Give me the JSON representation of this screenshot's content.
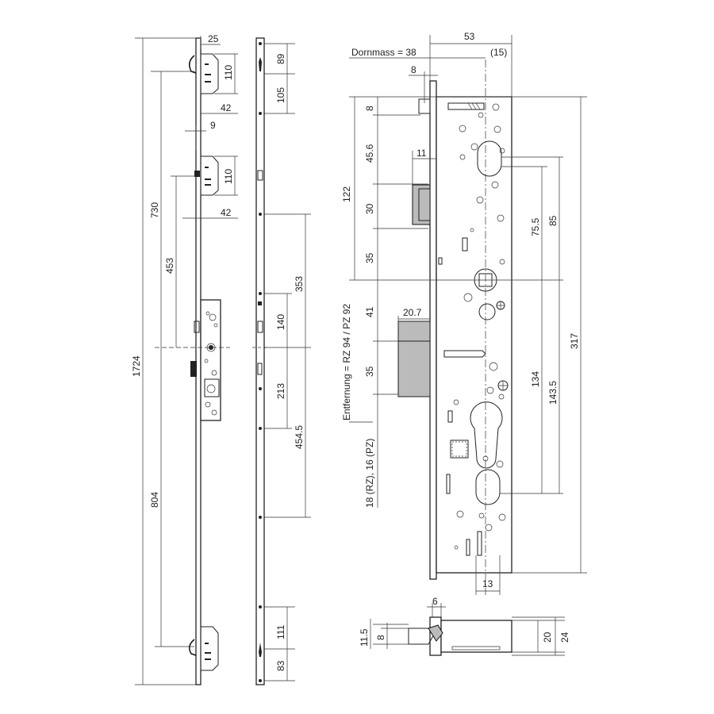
{
  "labels": {
    "d25": "25",
    "d110a": "110",
    "d42a": "42",
    "d9": "9",
    "d110b": "110",
    "d42b": "42",
    "d730": "730",
    "d453": "453",
    "d1724": "1724",
    "d804": "804",
    "d89": "89",
    "d105": "105",
    "d353": "353",
    "d140": "140",
    "d213": "213",
    "d454_5": "454.5",
    "d111": "111",
    "d83": "83",
    "d53": "53",
    "dornmass": "Dornmass = 38",
    "d15": "(15)",
    "d8top": "8",
    "d8a": "8",
    "d45_6": "45.6",
    "d11": "11",
    "d122": "122",
    "d30": "30",
    "d35a": "35",
    "d75_5": "75.5",
    "d85": "85",
    "d41": "41",
    "d20_7": "20.7",
    "d35b": "35",
    "d317": "317",
    "d134": "134",
    "d143_5": "143.5",
    "entfernung": "Entfernung = RZ 94 / PZ 92",
    "backset18": "18 (RZ), 16 (PZ)",
    "d13": "13",
    "d6": "6",
    "d11_5": "11.5",
    "d8b": "8",
    "d20": "20",
    "d24": "24"
  },
  "colors": {
    "line": "#222222",
    "background": "#ffffff",
    "fill_gray": "#bbbbbb"
  }
}
